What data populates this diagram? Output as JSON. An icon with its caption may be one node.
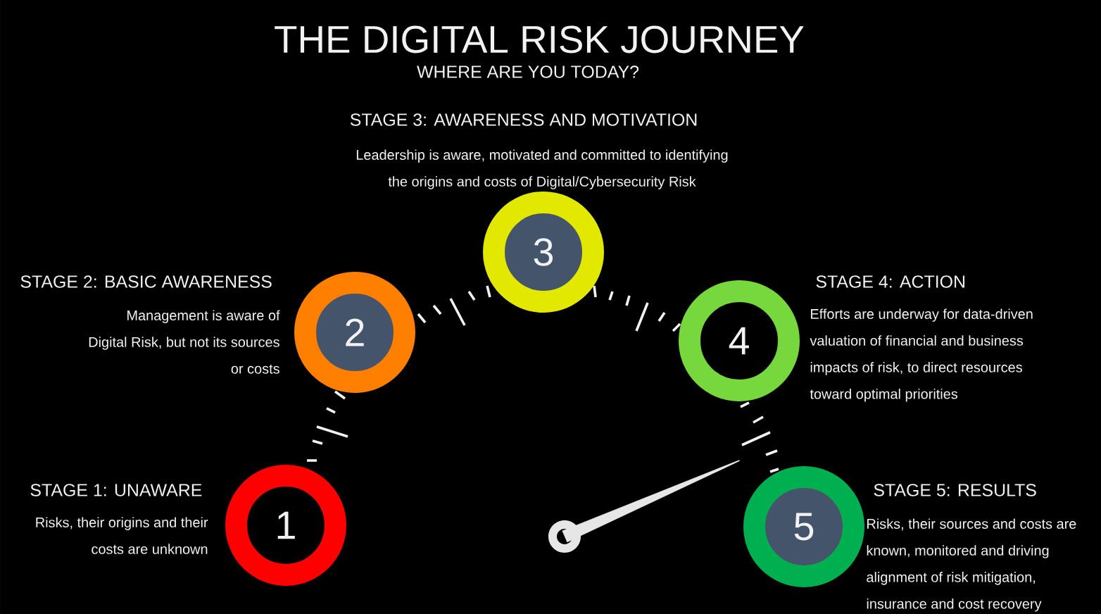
{
  "diagram": {
    "title": "THE DIGITAL RISK JOURNEY",
    "nodes": [
      {
        "text": [
          "1"
        ],
        "beside": [
          "STAGE 1: UNAWARE",
          "Risks, their origins and their costs are unknown"
        ]
      },
      {
        "text": [
          "2"
        ],
        "beside": [
          "STAGE 2: BASIC AWARENESS",
          "Management is aware of Digital Risk, but not its sources or costs"
        ]
      },
      {
        "text": [
          "3"
        ],
        "beside": [
          "STAGE 3: AWARENESS AND MOTIVATION",
          "Leadership is aware, motivated and committed to identifying the origins and costs of Digital/Cybersecurity Risk"
        ]
      },
      {
        "text": [
          "4"
        ],
        "beside": [
          "STAGE 4: ACTION",
          "Efforts are underway for data-driven valuation of financial and business impacts of risk, to direct resources toward optimal priorities"
        ]
      },
      {
        "text": [
          "5"
        ],
        "beside": [
          "STAGE 5: RESULTS",
          "Risks, their sources and costs are known, monitored and driving alignment of risk mitigation, insurance and cost recovery"
        ]
      }
    ],
    "labels": [
      "WHERE ARE YOU TODAY?"
    ]
  }
}
